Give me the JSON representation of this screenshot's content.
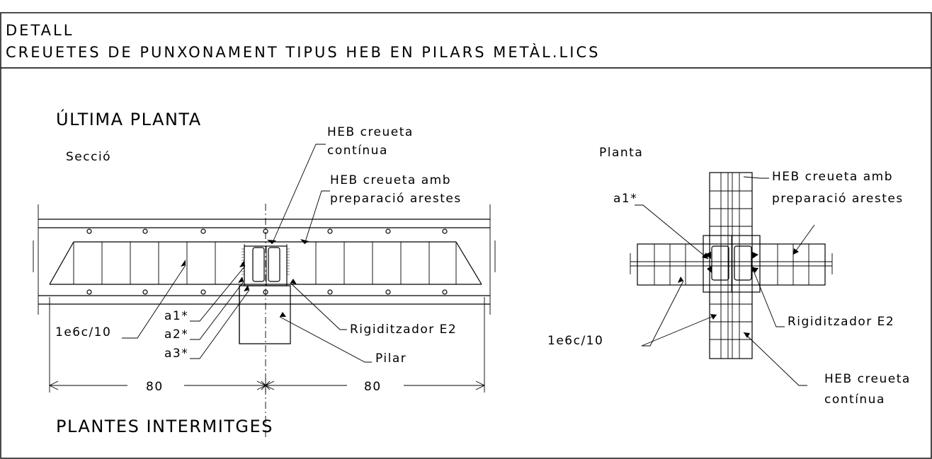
{
  "header": {
    "line1": "DETALL",
    "line2": "CREUETES DE PUNXONAMENT TIPUS HEB EN PILARS METÀL.LICS"
  },
  "section": {
    "title": "ÚLTIMA PLANTA",
    "subtitle": "Secció",
    "bottom_title": "PLANTES INTERMITGES",
    "labels": {
      "heb_continua_1": "HEB creueta",
      "heb_continua_2": "contínua",
      "heb_arestes_1": "HEB creueta amb",
      "heb_arestes_2": "preparació arestes",
      "stirrups": "1e6c/10",
      "a1": "a1*",
      "a2": "a2*",
      "a3": "a3*",
      "stiffener": "Rigiditzador E2",
      "column": "Pilar"
    },
    "dimensions": {
      "left": "80",
      "right": "80"
    }
  },
  "plan": {
    "title": "Planta",
    "labels": {
      "heb_arestes_1": "HEB creueta amb",
      "heb_arestes_2": "preparació arestes",
      "a1": "a1*",
      "stiffener": "Rigiditzador E2",
      "stirrups": "1e6c/10",
      "heb_continua_1": "HEB creueta",
      "heb_continua_2": "contínua"
    }
  }
}
